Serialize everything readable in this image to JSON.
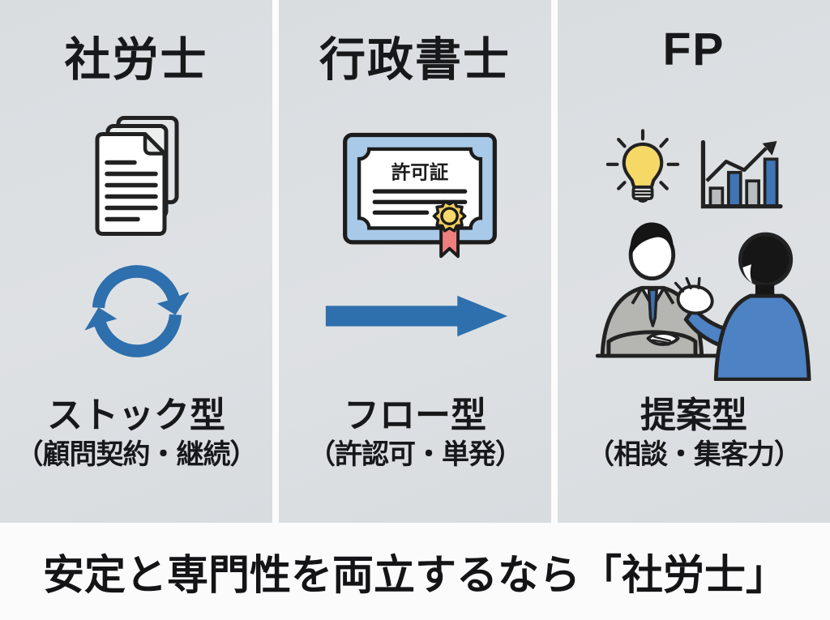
{
  "columns": [
    {
      "title": "社労士",
      "icons": [
        "documents-icon",
        "cycle-arrows-icon"
      ],
      "type_label": "ストック型",
      "sub_label": "（顧問契約・継続）"
    },
    {
      "title": "行政書士",
      "icons": [
        "certificate-icon",
        "right-arrow-icon"
      ],
      "certificate_text": "許可証",
      "type_label": "フロー型",
      "sub_label": "（許認可・単発）"
    },
    {
      "title": "FP",
      "icons": [
        "lightbulb-icon",
        "bar-chart-icon",
        "consultation-icon"
      ],
      "type_label": "提案型",
      "sub_label": "（相談・集客力）"
    }
  ],
  "banner": {
    "text": "安定と専門性を両立するなら「社労士」"
  },
  "colors": {
    "column_bg": "#dce0e3",
    "divider": "#fcfcfd",
    "banner_bg": "#fbfbfc",
    "text": "#17181a",
    "accent_blue": "#2e6fad",
    "certificate_frame_blue": "#a9c9e8",
    "seal_gold": "#f3cf5c",
    "ribbon_red": "#ee7f7f",
    "bulb_yellow": "#f6d867",
    "suit_gray": "#b5b5b2",
    "jacket_blue": "#4d82c4",
    "bar_gray": "#b9bcbe",
    "bar_blue": "#3f74b5"
  }
}
